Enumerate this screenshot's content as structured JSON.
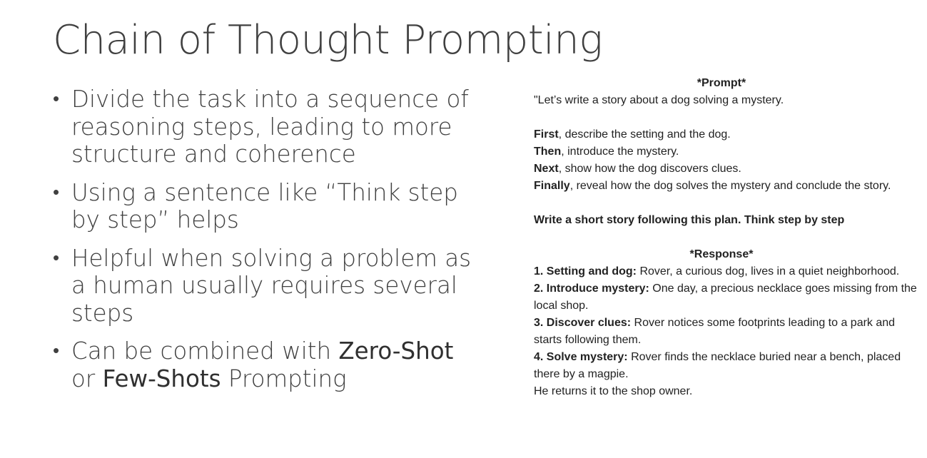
{
  "title": "Chain of Thought Prompting",
  "bullets": [
    {
      "text": "Divide the task into a sequence of reasoning steps, leading to more structure and coherence"
    },
    {
      "text": "Using a sentence like “Think step by step” helps"
    },
    {
      "text": "Helpful when solving a problem as a human usually requires several steps"
    },
    {
      "prefix": "Can be combined with ",
      "em1": "Zero-Shot",
      "middle": " or ",
      "em2": "Few-Shots",
      "suffix": " Prompting"
    }
  ],
  "prompt": {
    "heading": "*Prompt*",
    "intro": "\"Let’s write a story about a dog solving a mystery.",
    "steps": [
      {
        "label": "First",
        "text": ", describe the setting and the dog."
      },
      {
        "label": "Then",
        "text": ", introduce the mystery."
      },
      {
        "label": "Next",
        "text": ", show how the dog discovers clues."
      },
      {
        "label": "Finally",
        "text": ", reveal how the dog solves the mystery and conclude the story."
      }
    ],
    "instruction": "Write a short story following this plan. Think step by step"
  },
  "response": {
    "heading": "*Response*",
    "items": [
      {
        "label": "1. Setting and dog:",
        "text": " Rover, a curious dog, lives in a quiet neighborhood."
      },
      {
        "label": "2. Introduce mystery:",
        "text": " One day, a precious necklace goes missing from the local shop."
      },
      {
        "label": "3. Discover clues:",
        "text": " Rover notices some footprints leading to a park and starts following them."
      },
      {
        "label": "4. Solve mystery:",
        "text": " Rover finds the necklace buried near a bench, placed there by a magpie."
      }
    ],
    "closing": "He returns it to the shop owner."
  }
}
